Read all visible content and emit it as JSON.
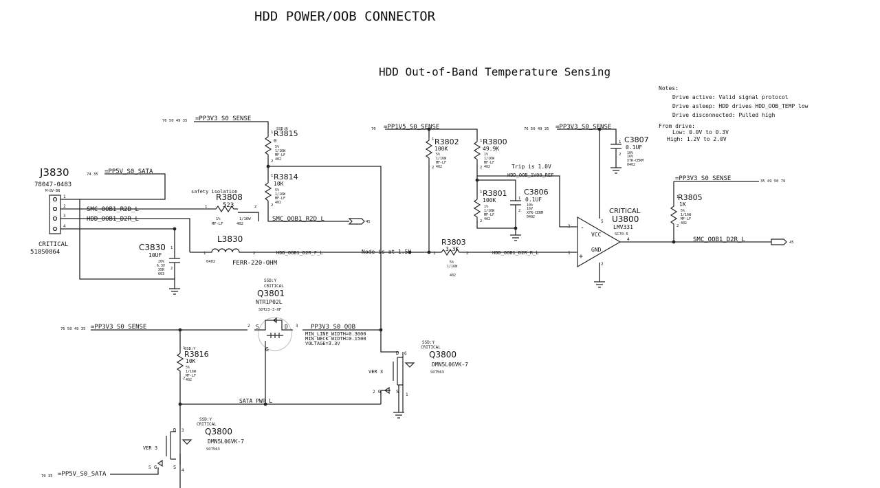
{
  "titles": {
    "main": "HDD POWER/OOB CONNECTOR",
    "sub": "HDD Out-of-Band Temperature Sensing"
  },
  "notes": {
    "header": "Notes:",
    "line1": "Drive active: Valid signal protocol",
    "line2": "Drive asleep: HDD drives HDD_OOB_TEMP low",
    "line3": "Drive disconnected: Pulled high",
    "from_drive": "From drive:",
    "low": "Low:  0.0V to 0.3V",
    "high": "High:  1.2V to 2.0V"
  },
  "nets": {
    "pp3v3_top": "=PP3V3_S0_SENSE",
    "pp3v3_top_refs": "76 50 49 35",
    "pp5v_top": "=PP5V_S0_SATA",
    "pp5v_top_refs": "74 35",
    "pp1v5": "=PP1V5_S0_SENSE",
    "pp1v5_refs": "70",
    "pp3v3_u": "=PP3V3_S0_SENSE",
    "pp3v3_u_refs": "76 50 49 35",
    "pp3v3_right": "=PP3V3_S0_SENSE",
    "pp3v3_right_refs": "35 49 50 76",
    "pp3v3_left": "=PP3V3_S0_SENSE",
    "pp3v3_left_refs": "76 50 49 35",
    "pp5v_bottom": "=PP5V_S0_SATA",
    "pp5v_bottom_refs": "70 35",
    "smc_r2d_l": "SMC_OOB1_R2D_L",
    "hdd_d2r_l": "HDD_OOB1_D2R_L",
    "smc_r2d_out": "SMC_OOB1_R2D_L",
    "hdd_d2r_f_l": "HDD_OOB1_D2R_F_L",
    "node_note": "Node is at 1.5V",
    "hdd_d2r_r_l": "HDD_OOB1_D2R_R_L",
    "trip_note": "Trip is 1.0V",
    "hdd_oob_ref": "HDD_OOB_1V00_REF",
    "smc_d2r_l": "SMC_OOB1_D2R_L",
    "pp3v3_s0_oob": "PP3V3_S0_OOB",
    "min_line": "MIN_LINE_WIDTH=0.3000",
    "min_neck": "MIN_NECK_WIDTH=0.1500",
    "voltage": "VOLTAGE=3.3V",
    "sata_pwr_l": "SATA_PWR_L",
    "safety": "safety isolation",
    "offpage_r2d_ref": "45",
    "offpage_d2r_ref": "45"
  },
  "connector": {
    "ref": "J3830",
    "part": "78047-0483",
    "type": "M-8V-BN",
    "crit": "CRITICAL",
    "bom": "518S0864",
    "pins": [
      "1",
      "2",
      "3",
      "4"
    ]
  },
  "resistors": {
    "r3815": {
      "ref": "R3815",
      "val": "0",
      "stuff": "SSD:N",
      "spec": [
        "5%",
        "1/16W",
        "MF-LF",
        "402"
      ]
    },
    "r3814": {
      "ref": "R3814",
      "val": "10K",
      "spec": [
        "5%",
        "1/16W",
        "MF-LF",
        "402"
      ]
    },
    "r3808": {
      "ref": "R3808",
      "val": "523",
      "tol": "1%",
      "mat": "MF-LF",
      "pwr": "1/16W",
      "pkg": "402"
    },
    "r3802": {
      "ref": "R3802",
      "val": "100K",
      "spec": [
        "5%",
        "1/16W",
        "MF-LF",
        "402"
      ]
    },
    "r3800": {
      "ref": "R3800",
      "val": "49.9K",
      "spec": [
        "1%",
        "1/16W",
        "MF-LF",
        "402"
      ]
    },
    "r3801": {
      "ref": "R3801",
      "val": "100K",
      "spec": [
        "1%",
        "1/16W",
        "MF-LF",
        "402"
      ]
    },
    "r3803": {
      "ref": "R3803",
      "val": "3.3K",
      "spec": [
        "5%",
        "1/16W",
        "402"
      ]
    },
    "r3805": {
      "ref": "R3805",
      "val": "1K",
      "spec": [
        "5%",
        "1/16W",
        "MF-LF",
        "402"
      ]
    },
    "r3816": {
      "ref": "R3816",
      "val": "10K",
      "stuff": "SSD:Y",
      "spec": [
        "5%",
        "1/16W",
        "MF-LF",
        "402"
      ]
    }
  },
  "capacitors": {
    "c3830": {
      "ref": "C3830",
      "val": "10UF",
      "spec": [
        "20%",
        "6.3V",
        "X5R",
        "603"
      ]
    },
    "c3806": {
      "ref": "C3806",
      "val": "0.1UF",
      "spec": [
        "10%",
        "16V",
        "X7R-CERM",
        "0402"
      ]
    },
    "c3807": {
      "ref": "C3807",
      "val": "0.1UF",
      "spec": [
        "10%",
        "16V",
        "X7R-CERM",
        "0402"
      ]
    }
  },
  "inductor": {
    "ref": "L3830",
    "val": "FERR-220-OHM",
    "pkg": "0402"
  },
  "opamp": {
    "ref": "U3800",
    "crit": "CRITICAL",
    "part": "LMV331",
    "pkg": "SC70-5",
    "vcc": "VCC",
    "gnd": "GND"
  },
  "q3801": {
    "ref": "Q3801",
    "stuff": "SSD:Y",
    "crit": "CRITICAL",
    "part": "NTR1P02L",
    "pkg": "SOT23-3-HF"
  },
  "q3800a": {
    "ref": "Q3800",
    "stuff": "SSD:Y",
    "crit": "CRITICAL",
    "part": "DMN5L06VK-7",
    "pkg": "SOT563",
    "ver": "VER 3"
  },
  "q3800b": {
    "ref": "Q3800",
    "stuff": "SSD:Y",
    "crit": "CRITICAL",
    "part": "DMN5L06VK-7",
    "pkg": "SOT563",
    "ver": "VER 3"
  },
  "pins": {
    "one": "1",
    "two": "2",
    "three": "3",
    "four": "4",
    "five": "5",
    "six": "6",
    "S": "S",
    "D": "D",
    "G": "G",
    "plus": "+",
    "minus": "-"
  }
}
